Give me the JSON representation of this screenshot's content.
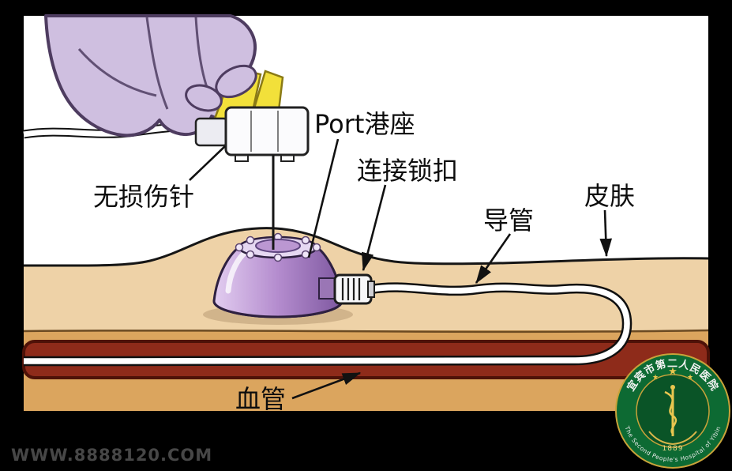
{
  "labels": {
    "needle": "无损伤针",
    "port": "Port港座",
    "lock": "连接锁扣",
    "catheter": "导管",
    "skin": "皮肤",
    "vessel": "血管"
  },
  "watermark": {
    "text": "WWW.8888120.COM"
  },
  "logo": {
    "chinese_name": "宜宾市第二人民医院",
    "english_name": "The Second People's Hospital of Yibin",
    "year": "1889",
    "star_glyph": "★"
  },
  "colors": {
    "frame": "#000000",
    "skin_top": "#eed2a7",
    "skin_deep": "#dba55e",
    "vessel_red": "#8e2b1a",
    "port_purple": "#b48cce",
    "glove_lavender": "#cfbfe0",
    "wing_yellow": "#f2e03a",
    "logo_green": "#0d6a33",
    "logo_gold": "#d9b64a"
  }
}
